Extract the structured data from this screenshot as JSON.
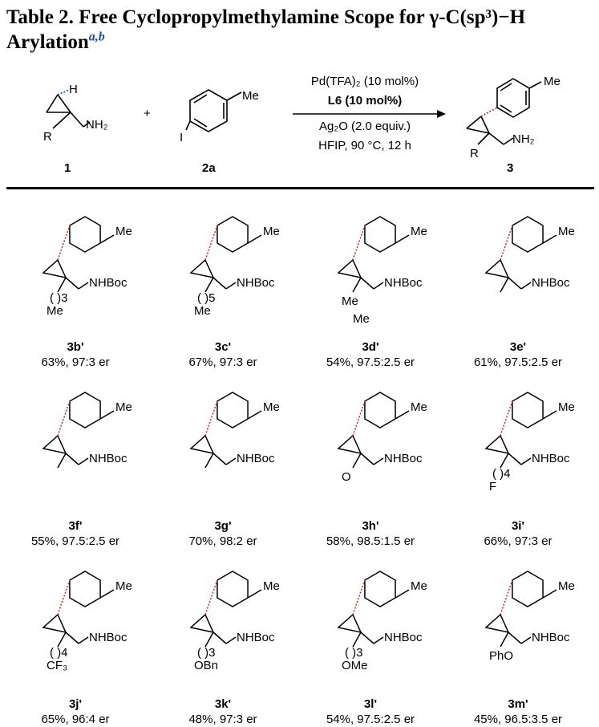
{
  "title": {
    "text": "Table 2. Free Cyclopropylmethylamine Scope for γ-C(sp³)−H Arylation",
    "footnote_marks": "a,b"
  },
  "scheme": {
    "reactant1": {
      "id": "1",
      "h_label": "H",
      "r_label": "R",
      "amine_label": "NH₂"
    },
    "plus": "+",
    "reactant2": {
      "id": "2a",
      "iodo": "I",
      "methyl": "Me"
    },
    "conditions": [
      "Pd(TFA)₂ (10 mol%)",
      "L6 (10 mol%)",
      "Ag₂O (2.0 equiv.)",
      "HFIP, 90 °C, 12 h"
    ],
    "product": {
      "id": "3",
      "methyl": "Me",
      "r_label": "R",
      "amine_label": "NH₂"
    }
  },
  "products": [
    {
      "id": "3b'",
      "result": "63%, 97:3 er",
      "chain": "(  )3",
      "tail": "Me",
      "amine": "NHBoc",
      "methyl": "Me"
    },
    {
      "id": "3c'",
      "result": "67%, 97:3 er",
      "chain": "(  )5",
      "tail": "Me",
      "amine": "NHBoc",
      "methyl": "Me"
    },
    {
      "id": "3d'",
      "result": "54%, 97.5:2.5 er",
      "chain": "",
      "tail": "Me",
      "tail2": "Me",
      "amine": "NHBoc",
      "methyl": "Me"
    },
    {
      "id": "3e'",
      "result": "61%, 97.5:2.5 er",
      "chain": "",
      "tail": "",
      "amine": "NHBoc",
      "methyl": "Me"
    },
    {
      "id": "3f'",
      "result": "55%, 97.5:2.5 er",
      "chain": "",
      "tail": "",
      "amine": "NHBoc",
      "methyl": "Me"
    },
    {
      "id": "3g'",
      "result": "70%, 98:2 er",
      "chain": "",
      "tail": "",
      "amine": "NHBoc",
      "methyl": "Me"
    },
    {
      "id": "3h'",
      "result": "58%, 98.5:1.5 er",
      "chain": "",
      "tail": "O",
      "amine": "NHBoc",
      "methyl": "Me"
    },
    {
      "id": "3i'",
      "result": "66%, 97:3 er",
      "chain": "(  )4",
      "tail": "F",
      "amine": "NHBoc",
      "methyl": "Me"
    },
    {
      "id": "3j'",
      "result": "65%, 96:4 er",
      "chain": "(  )4",
      "tail": "CF₃",
      "amine": "NHBoc",
      "methyl": "Me"
    },
    {
      "id": "3k'",
      "result": "48%, 97:3 er",
      "chain": "(  )3",
      "tail": "OBn",
      "amine": "NHBoc",
      "methyl": "Me"
    },
    {
      "id": "3l'",
      "result": "54%, 97.5:2.5 er",
      "chain": "(  )3",
      "tail": "OMe",
      "amine": "NHBoc",
      "methyl": "Me"
    },
    {
      "id": "3m'",
      "result": "45%, 96.5:3.5 er",
      "chain": "",
      "tail": "PhO",
      "amine": "NHBoc",
      "methyl": "Me"
    }
  ]
}
